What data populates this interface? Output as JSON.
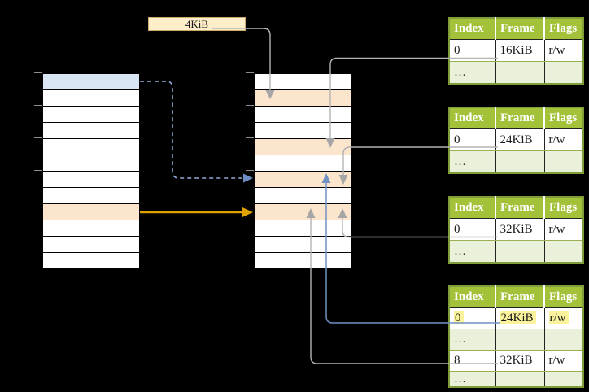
{
  "page_size_label": "4KiB",
  "memory_columns": {
    "virtual": {
      "rows": [
        "blue",
        "white",
        "white",
        "white",
        "white",
        "white",
        "white",
        "white",
        "orange",
        "white",
        "white",
        "white"
      ]
    },
    "physical": {
      "rows": [
        "white",
        "orange",
        "white",
        "white",
        "orange",
        "white",
        "orange",
        "white",
        "orange",
        "white",
        "white",
        "white"
      ]
    }
  },
  "page_tables": [
    {
      "id": "page-table-frame-16kib",
      "headers": [
        "Index",
        "Frame",
        "Flags"
      ],
      "rows": [
        {
          "cells": [
            "0",
            "16KiB",
            "r/w"
          ],
          "shaded": false,
          "highlight": false
        },
        {
          "cells": [
            "…",
            "",
            ""
          ],
          "shaded": true,
          "highlight": false
        }
      ]
    },
    {
      "id": "page-table-frame-24kib",
      "headers": [
        "Index",
        "Frame",
        "Flags"
      ],
      "rows": [
        {
          "cells": [
            "0",
            "24KiB",
            "r/w"
          ],
          "shaded": false,
          "highlight": false
        },
        {
          "cells": [
            "…",
            "",
            ""
          ],
          "shaded": true,
          "highlight": false
        }
      ]
    },
    {
      "id": "page-table-frame-32kib",
      "headers": [
        "Index",
        "Frame",
        "Flags"
      ],
      "rows": [
        {
          "cells": [
            "0",
            "32KiB",
            "r/w"
          ],
          "shaded": false,
          "highlight": false
        },
        {
          "cells": [
            "…",
            "",
            ""
          ],
          "shaded": true,
          "highlight": false
        }
      ]
    },
    {
      "id": "page-table-leaf",
      "headers": [
        "Index",
        "Frame",
        "Flags"
      ],
      "rows": [
        {
          "cells": [
            "0",
            "24KiB",
            "r/w"
          ],
          "shaded": false,
          "highlight": true
        },
        {
          "cells": [
            "…",
            "",
            ""
          ],
          "shaded": true,
          "highlight": false
        },
        {
          "cells": [
            "8",
            "32KiB",
            "r/w"
          ],
          "shaded": false,
          "highlight": false
        },
        {
          "cells": [
            "…",
            "",
            ""
          ],
          "shaded": true,
          "highlight": false
        }
      ]
    }
  ],
  "colors": {
    "background": "#000000",
    "table_header_green": "#a3c139",
    "table_row_green": "#eaf1da",
    "table_border_green": "#7f9d38",
    "memory_row_blue": "#d9e5f4",
    "memory_row_orange": "#fce5cd",
    "highlight_yellow": "#fbf39b",
    "label_box_cream": "#ffeeca",
    "connector_gray": "#b0b0b0",
    "connector_orange": "#e1a100",
    "connector_blue": "#7191c4",
    "connector_dashed_blue": "#8fa7d8"
  }
}
